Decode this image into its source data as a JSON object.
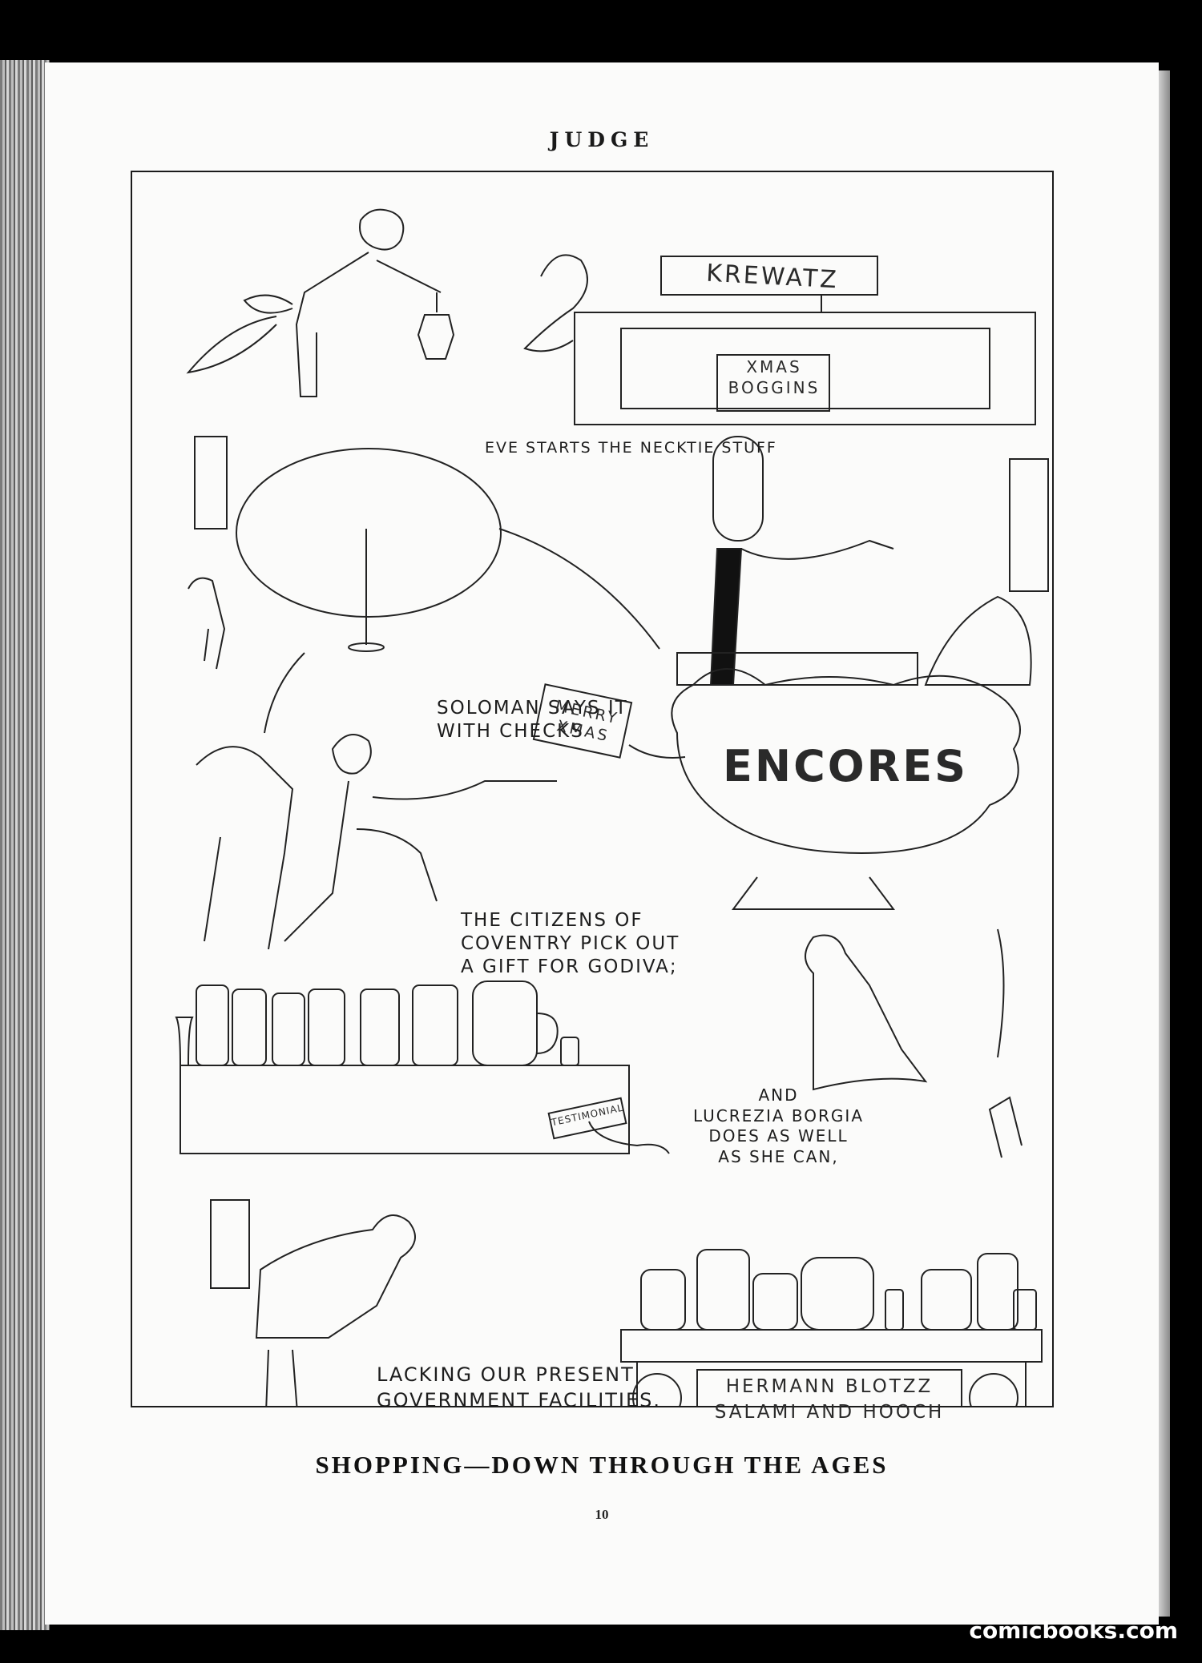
{
  "masthead": "JUDGE",
  "captions": {
    "eve": "EVE STARTS THE NECKTIE STUFF",
    "solomon": "SOLOMAN SAYS IT\nWITH CHECKS",
    "coventry": "THE CITIZENS OF\nCOVENTRY PICK OUT\nA GIFT FOR GODIVA;",
    "borgia": "AND\nLUCREZIA BORGIA\nDOES AS WELL\nAS SHE CAN,",
    "lacking": "LACKING OUR PRESENT\nGOVERNMENT FACILITIES."
  },
  "signs": {
    "krewatz": "KREWATZ",
    "xmas_boggins": "XMAS\nBOGGINS",
    "merry_xmas": "MERRY\nXMAS",
    "encores": "ENCORES",
    "testimonial": "TESTIMONIAL",
    "hermann": "HERMANN BLOTZZ\nSALAMI AND HOOCH"
  },
  "title": "SHOPPING—DOWN THROUGH THE AGES",
  "folio": "10",
  "watermark": "comicbooks.com"
}
